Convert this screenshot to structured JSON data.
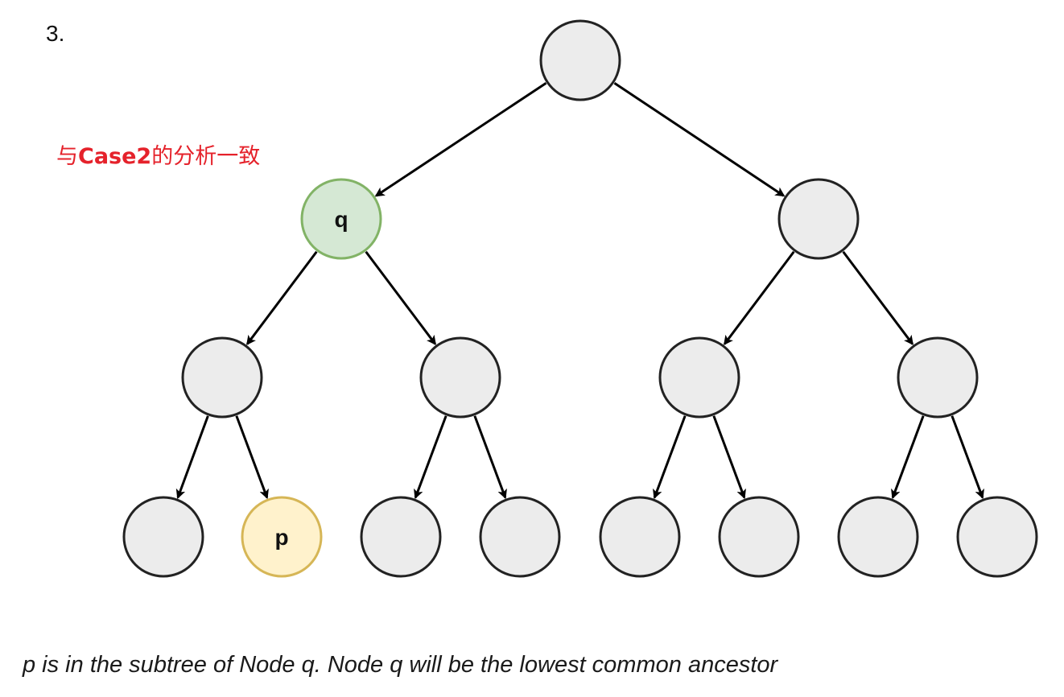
{
  "section_number": "3.",
  "annotation": {
    "prefix": "与",
    "bold": "Case2",
    "suffix": "的分析一致"
  },
  "caption": "p is in the subtree of Node q. Node q will be the lowest common ancestor",
  "colors": {
    "node_fill": "#ececec",
    "node_stroke": "#222222",
    "q_fill": "#d5e8d4",
    "q_stroke": "#82b366",
    "p_fill": "#fff2cc",
    "p_stroke": "#d6b656",
    "annotation": "#e5222b"
  },
  "tree": {
    "nodes": [
      {
        "id": "n0",
        "label": ""
      },
      {
        "id": "n1",
        "label": "q",
        "style": "q"
      },
      {
        "id": "n2",
        "label": ""
      },
      {
        "id": "n3",
        "label": ""
      },
      {
        "id": "n4",
        "label": ""
      },
      {
        "id": "n5",
        "label": ""
      },
      {
        "id": "n6",
        "label": ""
      },
      {
        "id": "n7",
        "label": ""
      },
      {
        "id": "n8",
        "label": "p",
        "style": "p"
      },
      {
        "id": "n9",
        "label": ""
      },
      {
        "id": "n10",
        "label": ""
      },
      {
        "id": "n11",
        "label": ""
      },
      {
        "id": "n12",
        "label": ""
      },
      {
        "id": "n13",
        "label": ""
      },
      {
        "id": "n14",
        "label": ""
      }
    ],
    "edges": [
      [
        "n0",
        "n1"
      ],
      [
        "n0",
        "n2"
      ],
      [
        "n1",
        "n3"
      ],
      [
        "n1",
        "n4"
      ],
      [
        "n2",
        "n5"
      ],
      [
        "n2",
        "n6"
      ],
      [
        "n3",
        "n7"
      ],
      [
        "n3",
        "n8"
      ],
      [
        "n4",
        "n9"
      ],
      [
        "n4",
        "n10"
      ],
      [
        "n5",
        "n11"
      ],
      [
        "n5",
        "n12"
      ],
      [
        "n6",
        "n13"
      ],
      [
        "n6",
        "n14"
      ]
    ]
  }
}
